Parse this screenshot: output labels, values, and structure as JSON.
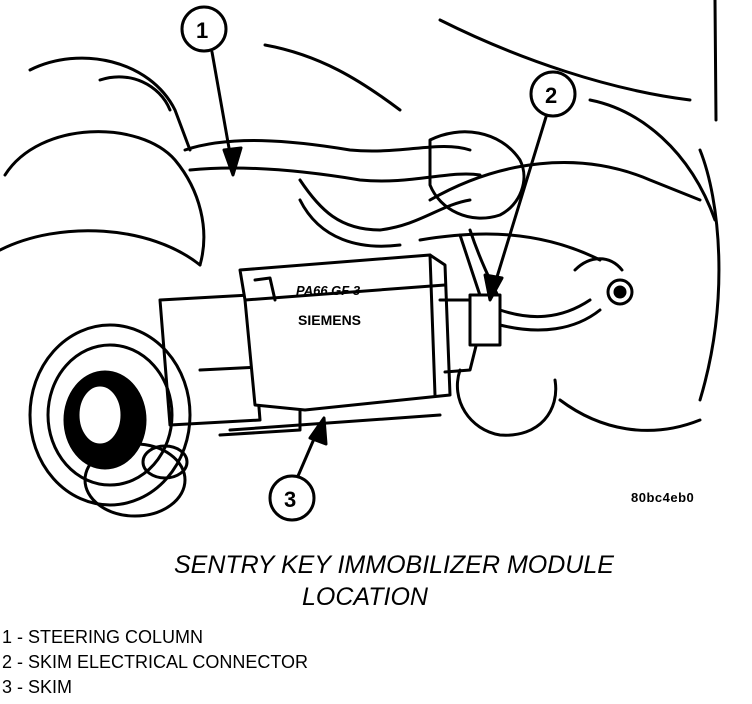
{
  "figure": {
    "id_label": "80bc4eb0",
    "module_label": "PA66 GF 3",
    "brand_label": "SIEMENS",
    "callouts": [
      "1",
      "2",
      "3"
    ]
  },
  "caption": {
    "line1": "SENTRY KEY IMMOBILIZER MODULE",
    "line2": "LOCATION"
  },
  "legend": [
    "1 - STEERING COLUMN",
    "2 - SKIM ELECTRICAL CONNECTOR",
    "3 - SKIM"
  ]
}
